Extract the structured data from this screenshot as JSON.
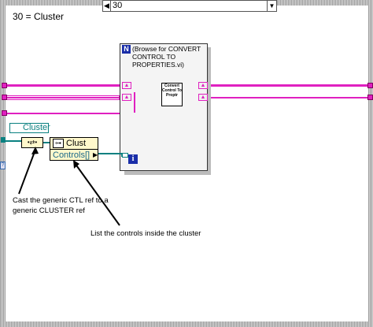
{
  "case_structure": {
    "selector_value": "30",
    "selector_inc_glyph": "◀",
    "selector_dropdown_glyph": "▼",
    "case_label": "30 = Cluster"
  },
  "subvi": {
    "n_icon": "N",
    "comment": "(Browse for CONVERT CONTROL TO PROPERTIES.vi)",
    "convert_vi_label": "Convert Control To Proptr",
    "i_icon": "i",
    "tunnel_glyph": "▲"
  },
  "cluster_terminal": {
    "label": "Cluster"
  },
  "property_node": {
    "ref_icon": "⊶",
    "class_label": "Clust",
    "property": "Controls[]",
    "arrow": "▶"
  },
  "cast_node": {
    "label": "•⇄•"
  },
  "annotations": {
    "cast": "Cast the generic CTL ref to a generic CLUSTER ref",
    "list": "List the controls inside the cluster"
  },
  "misc": {
    "q_icon": "?"
  },
  "colors": {
    "ref_wire": "#e020c0",
    "cluster_wire": "#0a8080",
    "node_fill": "#fff8cc",
    "subvi_icon_blue": "#1a2ea8"
  }
}
